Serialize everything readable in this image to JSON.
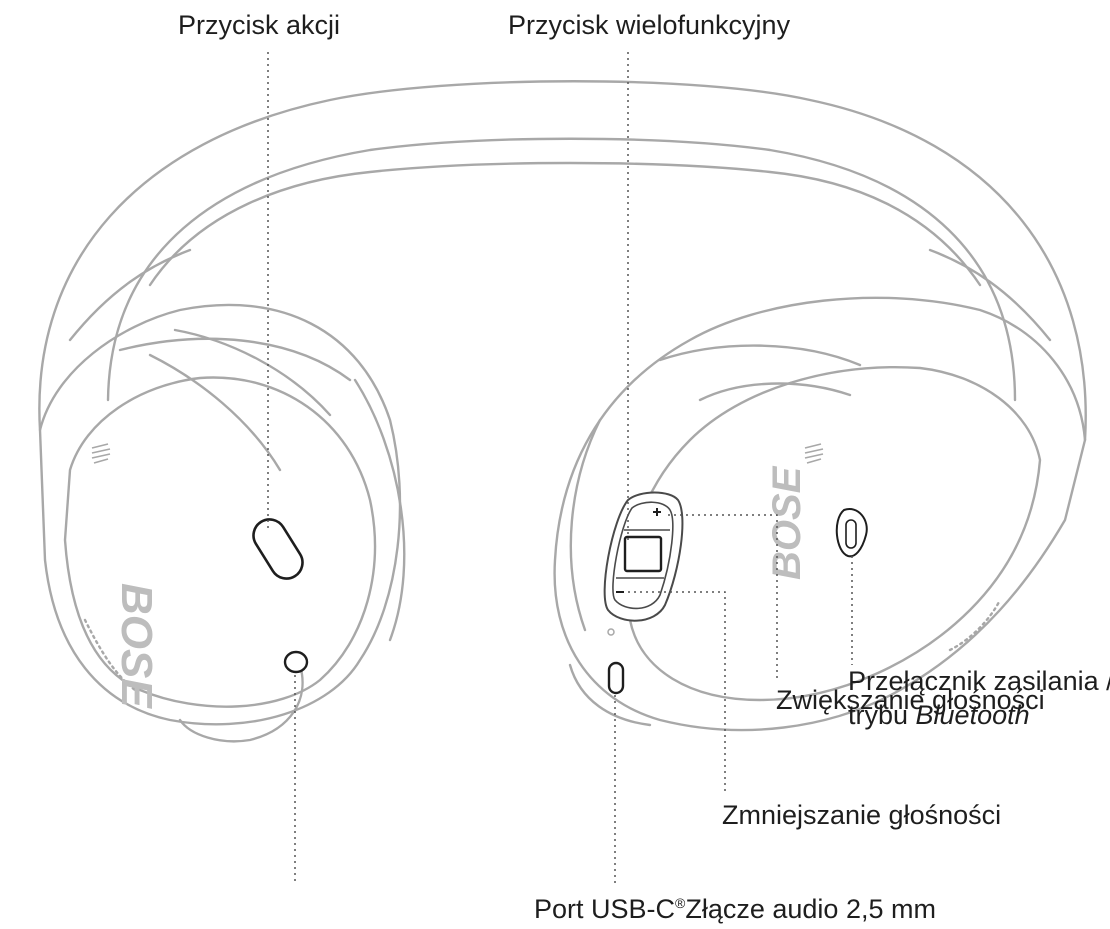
{
  "labels": {
    "action_button": "Przycisk akcji",
    "multifunction_button": "Przycisk wielofunkcyjny",
    "power_switch_line1": "Przełącznik zasilania /",
    "power_switch_line2_prefix": "trybu ",
    "power_switch_line2_italic": "Bluetooth",
    "volume_up": "Zwiększanie głośności",
    "volume_down": "Zmniejszanie głośności",
    "usb_port_prefix": "Port USB-C",
    "usb_port_registered": "®",
    "audio_jack": "Złącze audio 2,5 mm"
  },
  "brand": {
    "logo_text": "BOSE"
  },
  "colors": {
    "outline": "#a8a8a8",
    "dark_outline": "#1e1e1e",
    "leader": "#555555",
    "text": "#1e1e1e"
  }
}
